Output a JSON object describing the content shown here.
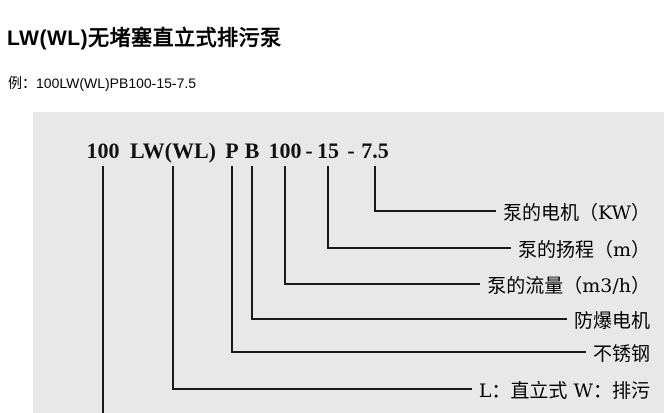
{
  "title": "LW(WL)无堵塞直立式排污泵",
  "example": "例：100LW(WL)PB100-15-7.5",
  "diagram": {
    "code_parts": [
      "100",
      "LW(WL)",
      "P",
      "B",
      "100",
      "-",
      "15",
      "-",
      "7.5"
    ],
    "labels": [
      "泵的电机（KW）",
      "泵的扬程（m）",
      "泵的流量（m3/h）",
      "防爆电机",
      "不锈钢",
      "L：直立式 W：排污"
    ],
    "colors": {
      "box_background": "#e8e8e8",
      "line": "#1a1a1a",
      "text": "#000000"
    }
  }
}
